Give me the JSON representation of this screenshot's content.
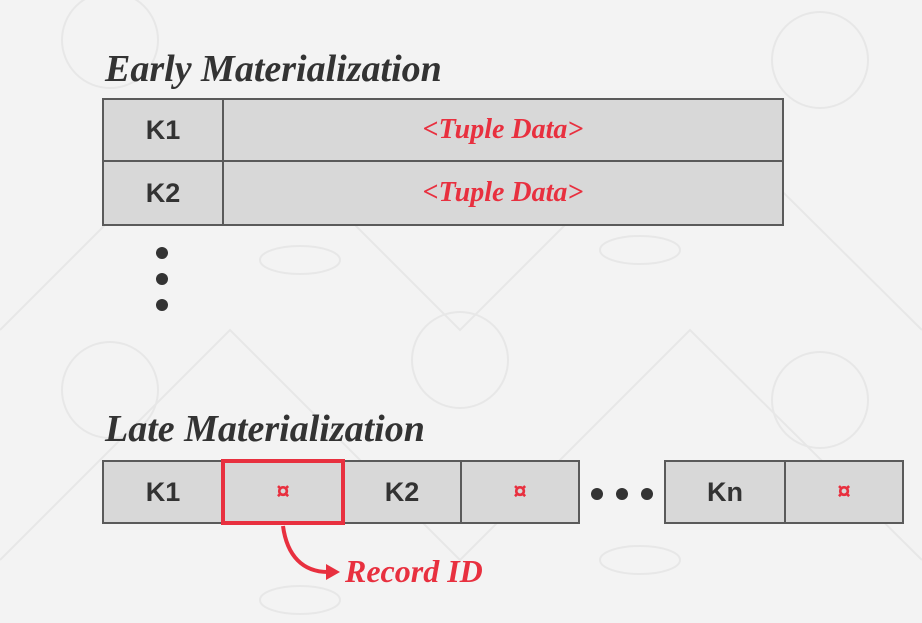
{
  "early": {
    "title": "Early Materialization",
    "rows": [
      {
        "key": "K1",
        "data": "<Tuple Data>"
      },
      {
        "key": "K2",
        "data": "<Tuple Data>"
      }
    ]
  },
  "late": {
    "title": "Late Materialization",
    "cells": [
      {
        "key": "K1",
        "rid_symbol": "¤"
      },
      {
        "key": "K2",
        "rid_symbol": "¤"
      },
      {
        "key": "Kn",
        "rid_symbol": "¤"
      }
    ],
    "callout": "Record ID"
  },
  "colors": {
    "accent": "#e8303f",
    "cell_fill": "#d8d8d8",
    "border": "#5a5a5a",
    "text": "#333333"
  }
}
